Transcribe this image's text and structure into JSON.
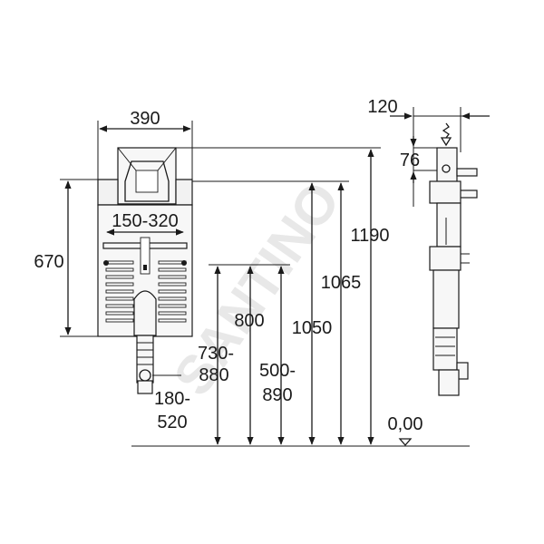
{
  "watermark": "SANTINO",
  "dimensions": {
    "width_top": "390",
    "side_width": "120",
    "side_offset": "76",
    "spacing": "150-320",
    "height_frame": "670",
    "total_height": "1190",
    "height_1065": "1065",
    "height_800": "800",
    "height_1050": "1050",
    "range_730_880_a": "730-",
    "range_730_880_b": "880",
    "range_500_890_a": "500-",
    "range_500_890_b": "890",
    "range_180_520_a": "180-",
    "range_180_520_b": "520",
    "floor_level": "0,00"
  }
}
